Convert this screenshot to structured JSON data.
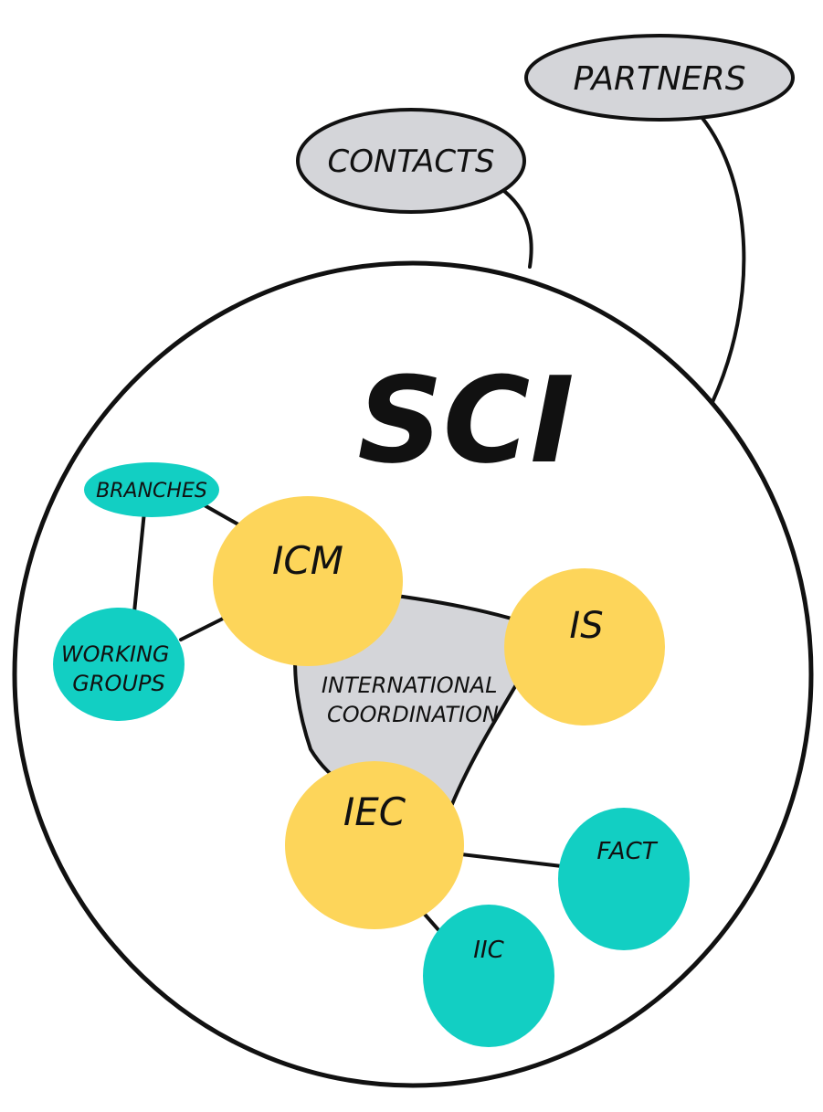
{
  "diagram": {
    "title": "SCI",
    "external": {
      "contacts": "CONTACTS",
      "partners": "PARTNERS"
    },
    "core": {
      "center": [
        "INTERNATIONAL",
        "COORDINATION"
      ],
      "icm": "ICM",
      "is": "IS",
      "iec": "IEC"
    },
    "groups": {
      "branches": "BRANCHES",
      "working_groups": [
        "WORKING",
        "GROUPS"
      ],
      "fact": "FACT",
      "iic": "IIC"
    }
  },
  "colors": {
    "yellow": "#FDD55A",
    "teal": "#12CFC3",
    "grey": "#D4D5D9",
    "ink": "#111111",
    "background": "#FFFFFF"
  }
}
